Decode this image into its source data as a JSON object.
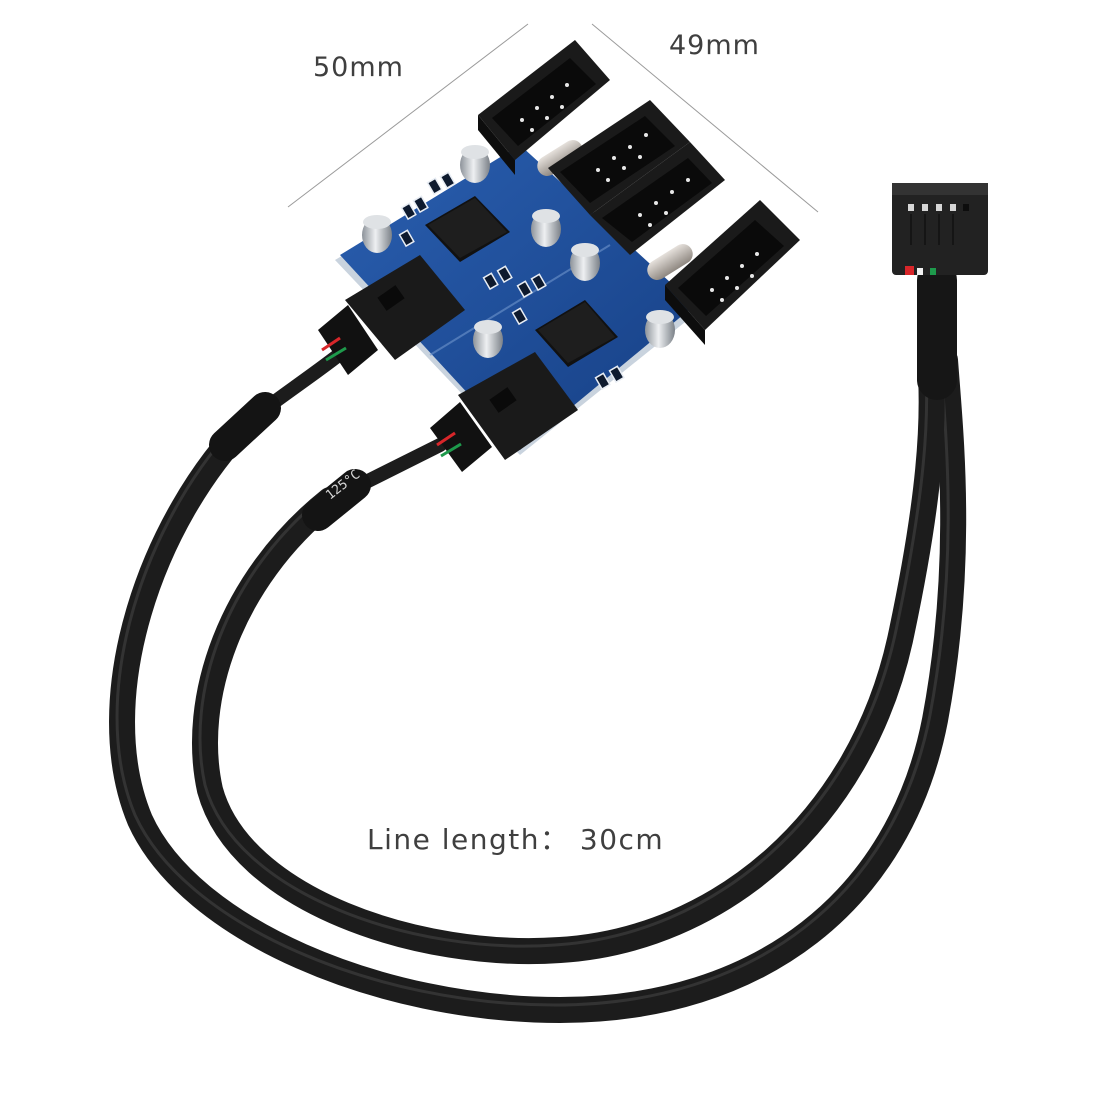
{
  "image": {
    "subject": "USB 2.0 9-pin motherboard header 1-to-4 hub splitter board with two cables",
    "background": "#ffffff"
  },
  "dimensions": {
    "width_label": "50mm",
    "depth_label": "49mm"
  },
  "cable": {
    "length_label": "Line length： 30cm",
    "heatshrink_marking": "125°C",
    "color": "#1c1c1c"
  },
  "board": {
    "pcb_color": "#1f4f9a",
    "header_count": 4,
    "hub_chip_count": 2,
    "input_connector_count": 2
  },
  "connector": {
    "output_pins": 5,
    "wire_colors": [
      "#d8262a",
      "#f2f2f2",
      "#1e9a4c",
      "#222222"
    ]
  },
  "colors": {
    "text": "#3f3f3f",
    "guide_line": "#9a9a9a",
    "header_plastic": "#1a1a1a",
    "capacitor": "#c9cdd2",
    "crystal": "#b9b3ad"
  }
}
